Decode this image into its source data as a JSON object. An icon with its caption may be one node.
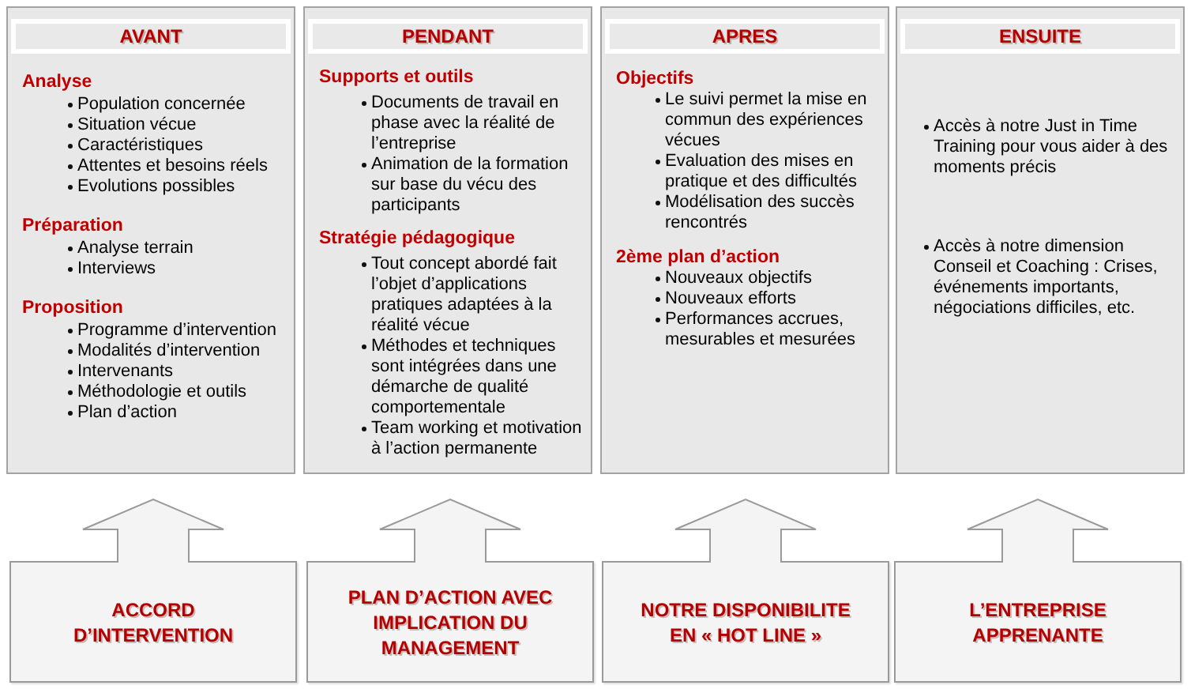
{
  "diagram": {
    "nodes": [
      {
        "text": [
          "Analyse",
          "Population concernée",
          "Situation vécue",
          "Caractéristiques",
          "Attentes et besoins réels",
          "Evolutions possibles",
          "Préparation",
          "Analyse terrain",
          "Interviews",
          "Proposition",
          "Programme d’intervention",
          "Modalités d’intervention",
          "Intervenants",
          "Méthodologie et outils",
          "Plan d’action"
        ]
      },
      {
        "text": [
          "AVANT"
        ],
        "in": 0
      },
      {
        "text": [
          "Supports et outils",
          "Documents de travail en phase avec la réalité de l’entreprise",
          "Animation de la formation sur base du vécu des participants",
          "Stratégie pédagogique",
          "Tout concept abordé fait l’objet d’applications pratiques adaptées à la réalité vécue",
          "Méthodes et techniques sont intégrées dans une démarche de qualité comportementale",
          "Team working et motivation à l’action permanente"
        ]
      },
      {
        "text": [
          "PENDANT"
        ],
        "in": 2
      },
      {
        "text": [
          "Objectifs",
          "Le suivi permet la mise en commun des expériences vécues",
          "Evaluation des mises en pratique et des difficultés",
          "Modélisation des succès rencontrés",
          "2ème plan d’action",
          "Nouveaux objectifs",
          "Nouveaux efforts",
          "Performances accrues, mesurables et mesurées"
        ]
      },
      {
        "text": [
          "APRES"
        ],
        "in": 4
      },
      {
        "text": [
          "Accès à notre Just in Time Training pour vous aider à des moments précis",
          "Accès à notre dimension Conseil et Coaching : Crises, événements importants, négociations difficiles, etc."
        ]
      },
      {
        "text": [
          "ENSUITE"
        ],
        "in": 6
      },
      {
        "text": [
          "ACCORD D’INTERVENTION"
        ]
      },
      {
        "text": [
          "PLAN D’ACTION AVEC IMPLICATION DU MANAGEMENT"
        ]
      },
      {
        "text": [
          "NOTRE DISPONIBILITE EN « HOT LINE »"
        ]
      },
      {
        "text": [
          "L’ENTREPRISE APPRENANTE"
        ]
      }
    ],
    "edges": [
      {
        "from": 8,
        "to": 0,
        "arrow": "to"
      },
      {
        "from": 9,
        "to": 2,
        "arrow": "to"
      },
      {
        "from": 10,
        "to": 4,
        "arrow": "to"
      },
      {
        "from": 11,
        "to": 6,
        "arrow": "to"
      }
    ]
  }
}
